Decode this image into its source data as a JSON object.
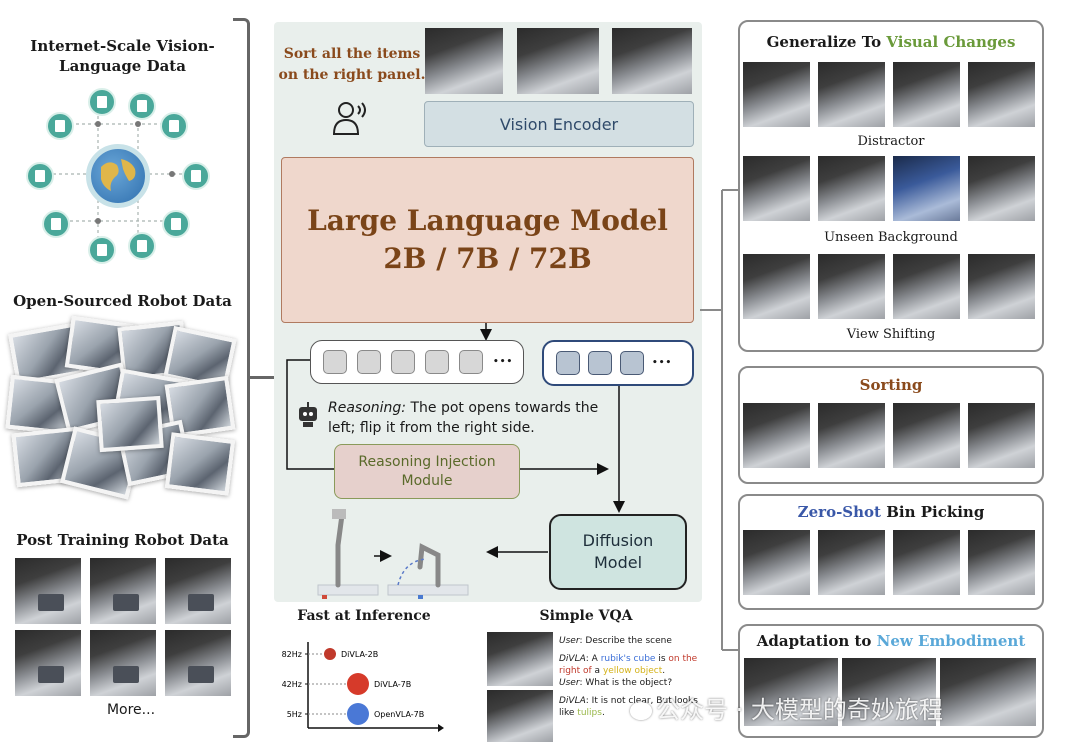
{
  "left": {
    "internet_title_line1": "Internet-Scale Vision-",
    "internet_title_line2": "Language Data",
    "open_source_title": "Open-Sourced Robot Data",
    "post_training_title": "Post Training Robot Data",
    "more_label": "More..."
  },
  "center": {
    "instruction_line1": "Sort all the items",
    "instruction_line2": "on the right panel.",
    "vision_encoder": "Vision Encoder",
    "llm_title": "Large Language Model",
    "llm_sizes": "2B / 7B / 72B",
    "ellipsis": "•••",
    "reasoning_label": "Reasoning:",
    "reasoning_text_line1": " The pot opens towards the",
    "reasoning_text_line2": "left; flip it from the right side.",
    "injection_line1": "Reasoning Injection",
    "injection_line2": "Module",
    "diffusion_line1": "Diffusion",
    "diffusion_line2": "Model"
  },
  "inference": {
    "title": "Fast at Inference",
    "rows": [
      {
        "hz": "82Hz",
        "model": "DiVLA-2B",
        "color": "#c0392b"
      },
      {
        "hz": "42Hz",
        "model": "DiVLA-7B",
        "color": "#d63a2a"
      },
      {
        "hz": "5Hz",
        "model": "OpenVLA-7B",
        "color": "#4a78d6"
      }
    ]
  },
  "vqa": {
    "title": "Simple VQA",
    "q1_user_label": "User",
    "q1_user_text": ": Describe the scene",
    "a1_label": "DiVLA",
    "a1_pre": ": A ",
    "a1_obj1": "rubik's cube",
    "a1_mid": " is ",
    "a1_rel": "on the right of",
    "a1_mid2": " a ",
    "a1_obj2": "yellow object",
    "a1_end": ".",
    "q2_user_label": "User",
    "q2_user_text": ": What is the object?",
    "a2_label": "DiVLA",
    "a2_text": ": It is not clear, But looks",
    "a2_pre2": "like ",
    "a2_obj": "tulips",
    "a2_end": ".",
    "colors": {
      "blue": "#3b6fd8",
      "red": "#c0392b",
      "yellow": "#d4b21a",
      "green": "#9ab84a"
    }
  },
  "right": {
    "generalize_title_a": "Generalize To ",
    "generalize_title_b": "Visual Changes",
    "generalize_color": "#6a9a3a",
    "caption_distractor": "Distractor",
    "caption_background": "Unseen Background",
    "caption_view": "View Shifting",
    "sorting_title": "Sorting",
    "sorting_color": "#8a4a1c",
    "bin_title_a": "Zero-Shot",
    "bin_title_b": " Bin Picking",
    "bin_color": "#3a58a8",
    "adapt_title_a": "Adaptation to ",
    "adapt_title_b": "New Embodiment",
    "adapt_color": "#5aa8d8"
  },
  "watermark": "公众号 · 大模型的奇妙旅程"
}
